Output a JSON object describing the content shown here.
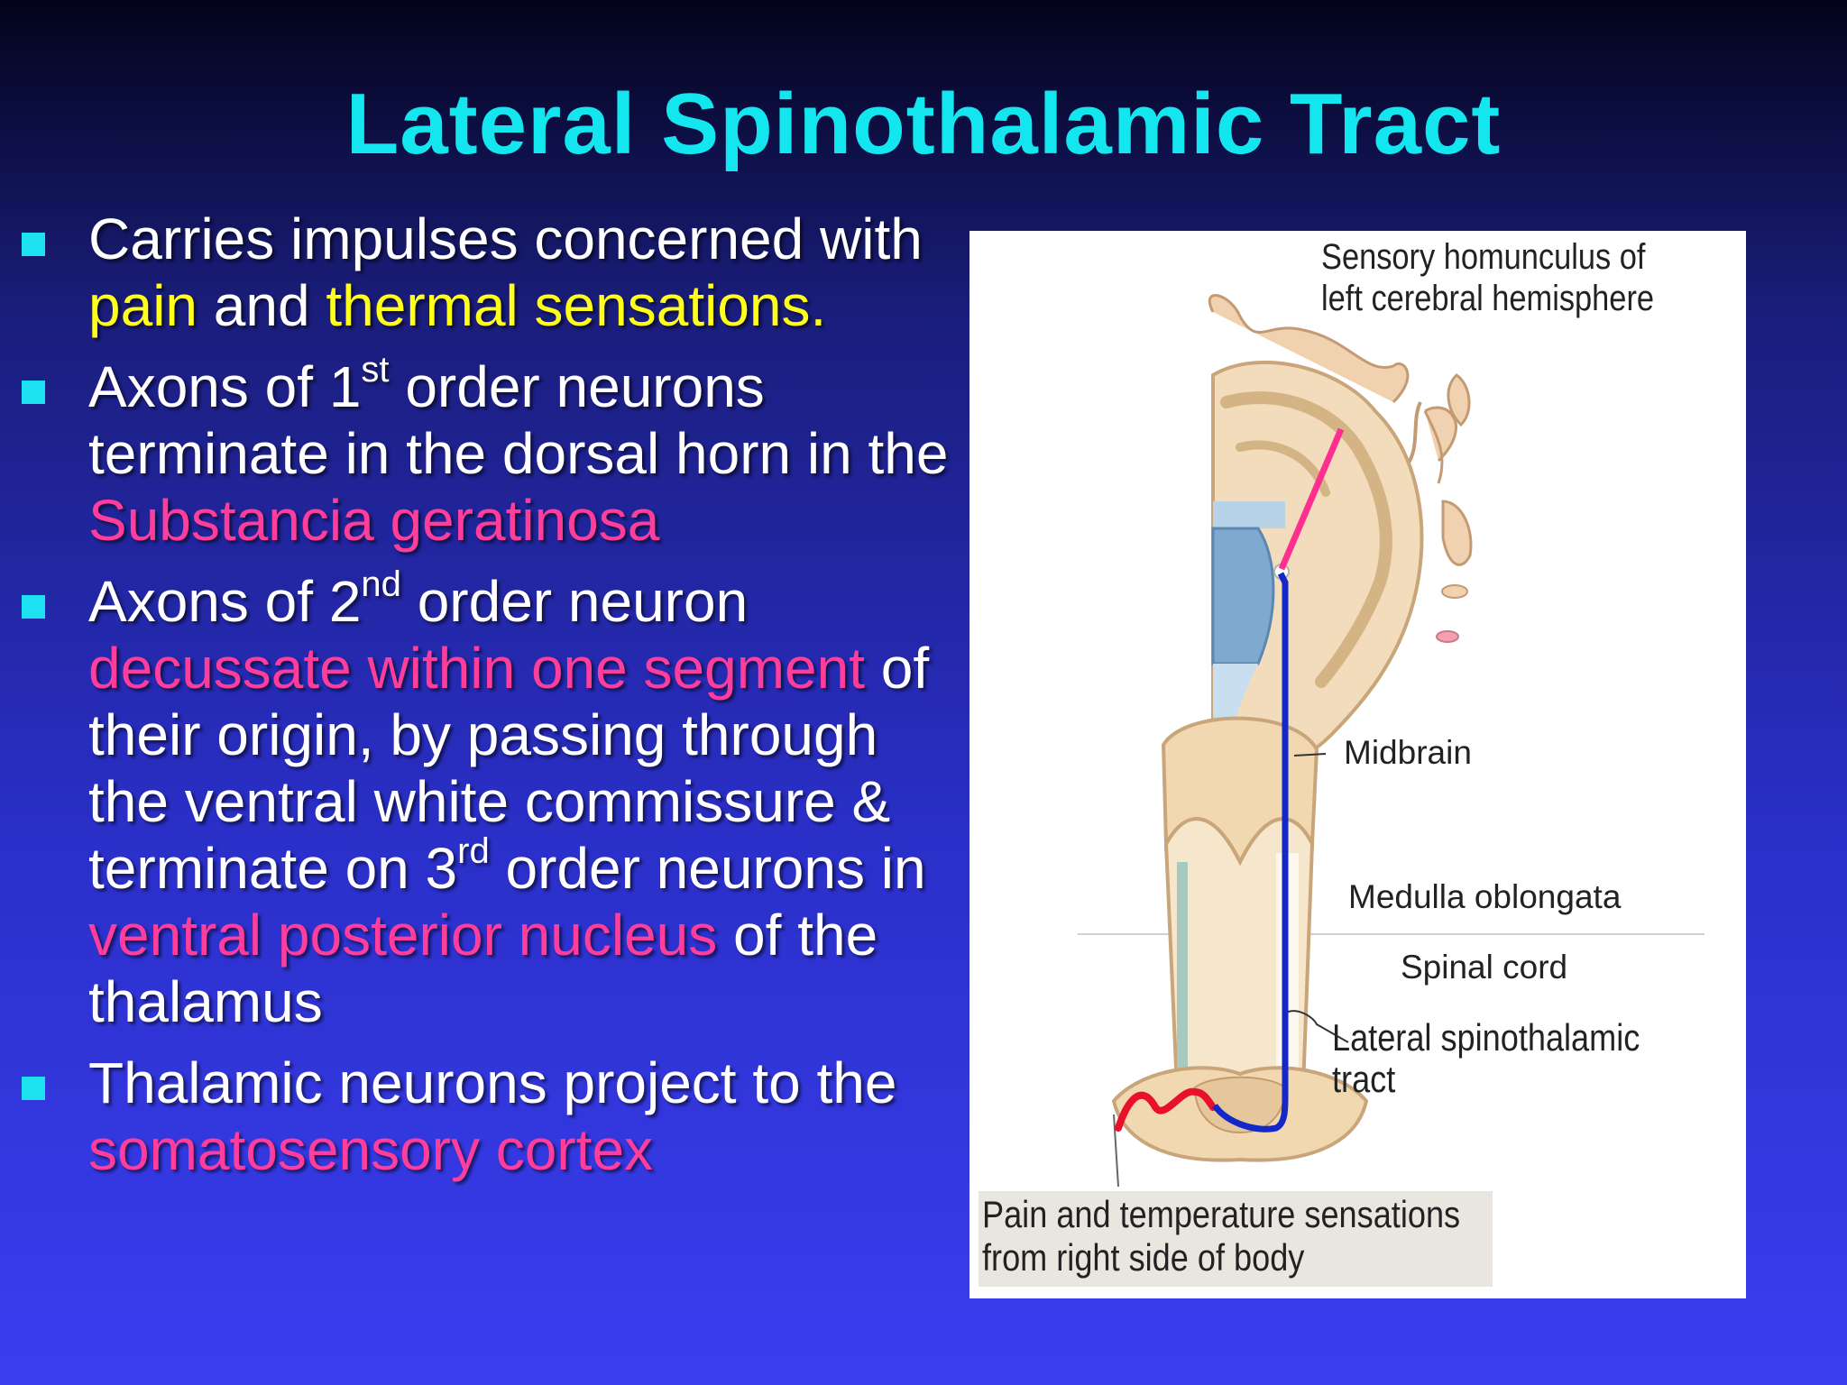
{
  "slide": {
    "title": "Lateral Spinothalamic Tract",
    "bullets": [
      {
        "parts": [
          {
            "t": "Carries impulses concerned with ",
            "c": "w"
          },
          {
            "t": "pain",
            "c": "y"
          },
          {
            "t": " and ",
            "c": "w"
          },
          {
            "t": "thermal sensations.",
            "c": "y"
          }
        ]
      },
      {
        "parts": [
          {
            "t": "Axons of 1",
            "c": "w"
          },
          {
            "t": "st",
            "c": "sup"
          },
          {
            "t": " order neurons terminate in the dorsal horn in the  ",
            "c": "w"
          },
          {
            "t": "Substancia geratinosa",
            "c": "p"
          }
        ]
      },
      {
        "parts": [
          {
            "t": "Axons of 2",
            "c": "w"
          },
          {
            "t": "nd",
            "c": "sup"
          },
          {
            "t": " order neuron ",
            "c": "w"
          },
          {
            "t": "decussate within one segment",
            "c": "p"
          },
          {
            "t": " of their origin, by passing through the ventral white commissure & terminate on 3",
            "c": "w"
          },
          {
            "t": "rd",
            "c": "sup"
          },
          {
            "t": " order neurons in ",
            "c": "w"
          },
          {
            "t": "ventral posterior nucleus",
            "c": "p"
          },
          {
            "t": " of the thalamus",
            "c": "w"
          }
        ]
      },
      {
        "parts": [
          {
            "t": "Thalamic neurons project to the ",
            "c": "w"
          },
          {
            "t": "somatosensory cortex",
            "c": "p"
          }
        ]
      }
    ]
  },
  "figure": {
    "labels": {
      "homunculus_1": "Sensory homunculus of",
      "homunculus_2": "left cerebral hemisphere",
      "midbrain": "Midbrain",
      "medulla": "Medulla oblongata",
      "spinal_cord": "Spinal cord",
      "tract": "Lateral spinothalamic tract",
      "caption_1": "Pain and temperature sensations",
      "caption_2": "from right side of body"
    },
    "colors": {
      "first_order": "#e8102a",
      "second_order": "#1428c8",
      "third_order": "#ff2f8f",
      "tissue": "#f1d8b0",
      "tissue_dark": "#d8b78a"
    }
  }
}
